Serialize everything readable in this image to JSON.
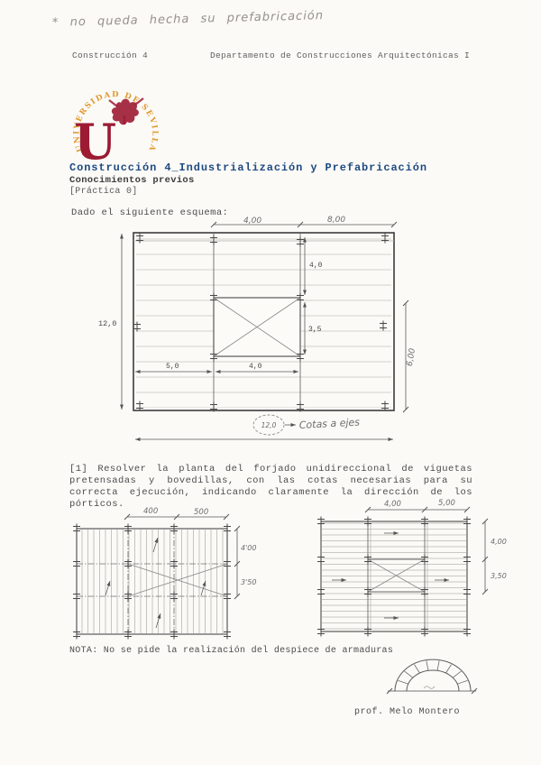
{
  "doc": {
    "note_top": "* no queda hecha su prefabricación",
    "header": {
      "course": "Construcción 4",
      "department": "Departamento de Construcciones Arquitectónicas I"
    },
    "logo": {
      "circular_text": "UNIVERSIDAD DE SEVILLA",
      "letter": "U"
    },
    "title": "Construcción 4_Industrialización y Prefabricación",
    "subtitle": "Conocimientos previos",
    "practice": "[Práctica 0]",
    "intro": "Dado el siguiente esquema:",
    "task": "[1] Resolver la planta del forjado unidireccional de viguetas pretensadas y bovedillas, con las cotas necesarias para su correcta ejecución, indicando claramente la dirección de los pórticos.",
    "nota": "NOTA: No se pide la realización del despiece de armaduras",
    "signature": "prof. Melo Montero"
  },
  "main_plan": {
    "dim_top_span1": "4,00",
    "dim_top_span2": "8,00",
    "dim_left_total": "12,0",
    "dim_opening_top": "4,0",
    "dim_opening_height": "3,5",
    "dim_bay_left": "5,0",
    "dim_opening_width": "4,0",
    "dim_right_total": "6,00",
    "bubble_value": "12,0",
    "bubble_note": "Cotas a ejes"
  },
  "solution_left": {
    "dim_top_1": "400",
    "dim_top_2": "500",
    "dim_right_1": "4'00",
    "dim_right_2": "3'50"
  },
  "solution_right": {
    "dim_top_1": "4,00",
    "dim_top_2": "5,00",
    "dim_right_1": "4,00",
    "dim_right_2": "3,50"
  },
  "colors": {
    "title_blue": "#1e4a80",
    "logo_orange": "#e09a2f",
    "logo_crimson": "#9c1b33"
  }
}
